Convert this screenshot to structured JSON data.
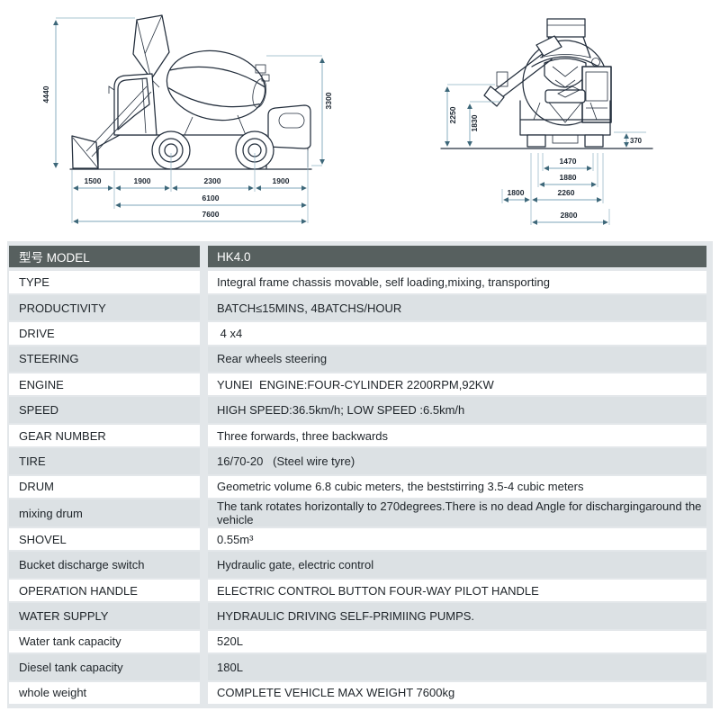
{
  "drawings": {
    "side_view": {
      "dims": {
        "overall_height": "4440",
        "drum_height": "3300",
        "front_overhang": "1500",
        "front_section": "1900",
        "wheelbase": "2300",
        "rear_section": "1900",
        "chassis_length": "6100",
        "overall_length": "7600"
      }
    },
    "rear_view": {
      "dims": {
        "hopper_height": "2250",
        "drum_mouth_height": "1830",
        "ground_step": "370",
        "track_width": "1470",
        "frame_width": "1880",
        "left_offset": "1800",
        "body_width": "2260",
        "overall_width": "2800"
      }
    }
  },
  "table": {
    "header": {
      "label": "型号 MODEL",
      "value": "HK4.0"
    },
    "rows": [
      {
        "label": "TYPE",
        "value": "Integral frame chassis movable, self loading,mixing, transporting"
      },
      {
        "label": "PRODUCTIVITY",
        "value": "BATCH≤15MINS, 4BATCHS/HOUR"
      },
      {
        "label": "DRIVE",
        "value": " 4 x4"
      },
      {
        "label": "STEERING",
        "value": "Rear wheels steering"
      },
      {
        "label": "ENGINE",
        "value": "YUNEI  ENGINE:FOUR-CYLINDER 2200RPM,92KW"
      },
      {
        "label": "SPEED",
        "value": "HIGH SPEED:36.5km/h; LOW SPEED :6.5km/h"
      },
      {
        "label": "GEAR NUMBER",
        "value": "Three forwards, three backwards"
      },
      {
        "label": "TIRE",
        "value": "16/70-20   (Steel wire tyre)"
      },
      {
        "label": "DRUM",
        "value": "Geometric volume 6.8 cubic meters, the beststirring 3.5-4 cubic meters"
      },
      {
        "label": "mixing drum",
        "value": "The tank rotates horizontally to 270degrees.There is no dead Angle for dischargingaround the vehicle"
      },
      {
        "label": "SHOVEL",
        "value": "0.55m³"
      },
      {
        "label": "Bucket discharge switch",
        "value": "Hydraulic gate, electric control"
      },
      {
        "label": "OPERATION HANDLE",
        "value": "ELECTRIC CONTROL BUTTON FOUR-WAY PILOT HANDLE"
      },
      {
        "label": "WATER SUPPLY",
        "value": "HYDRAULIC DRIVING SELF-PRIMIING PUMPS."
      },
      {
        "label": "Water tank capacity",
        "value": "520L"
      },
      {
        "label": "Diesel tank capacity",
        "value": "180L"
      },
      {
        "label": "whole weight",
        "value": "COMPLETE VEHICLE MAX WEIGHT 7600kg"
      }
    ]
  },
  "colors": {
    "header_bg": "#57605f",
    "row_gray": "#dce1e4",
    "row_white": "#ffffff",
    "table_backdrop": "#e3e7ea",
    "drawing_line": "#232e3c",
    "dimension_line": "#7da6b9"
  }
}
